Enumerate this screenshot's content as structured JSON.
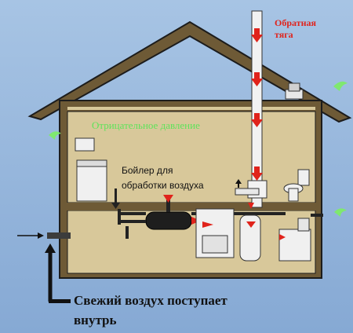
{
  "labels": {
    "backdraft": [
      "Обратная",
      "тяга"
    ],
    "negative_pressure": "Отрицательное давление",
    "boiler": [
      "Бойлер для",
      "обработки воздуха"
    ],
    "fresh_air": [
      "Свежий воздух поступает",
      "внутрь"
    ]
  },
  "colors": {
    "sky": "#9dbde2",
    "house_fill": "#6e5a36",
    "room_fill": "#d8c89a",
    "red_arrow": "#e0231b",
    "green_text": "#5fe35a",
    "airflow_green": "#7fe86f"
  }
}
